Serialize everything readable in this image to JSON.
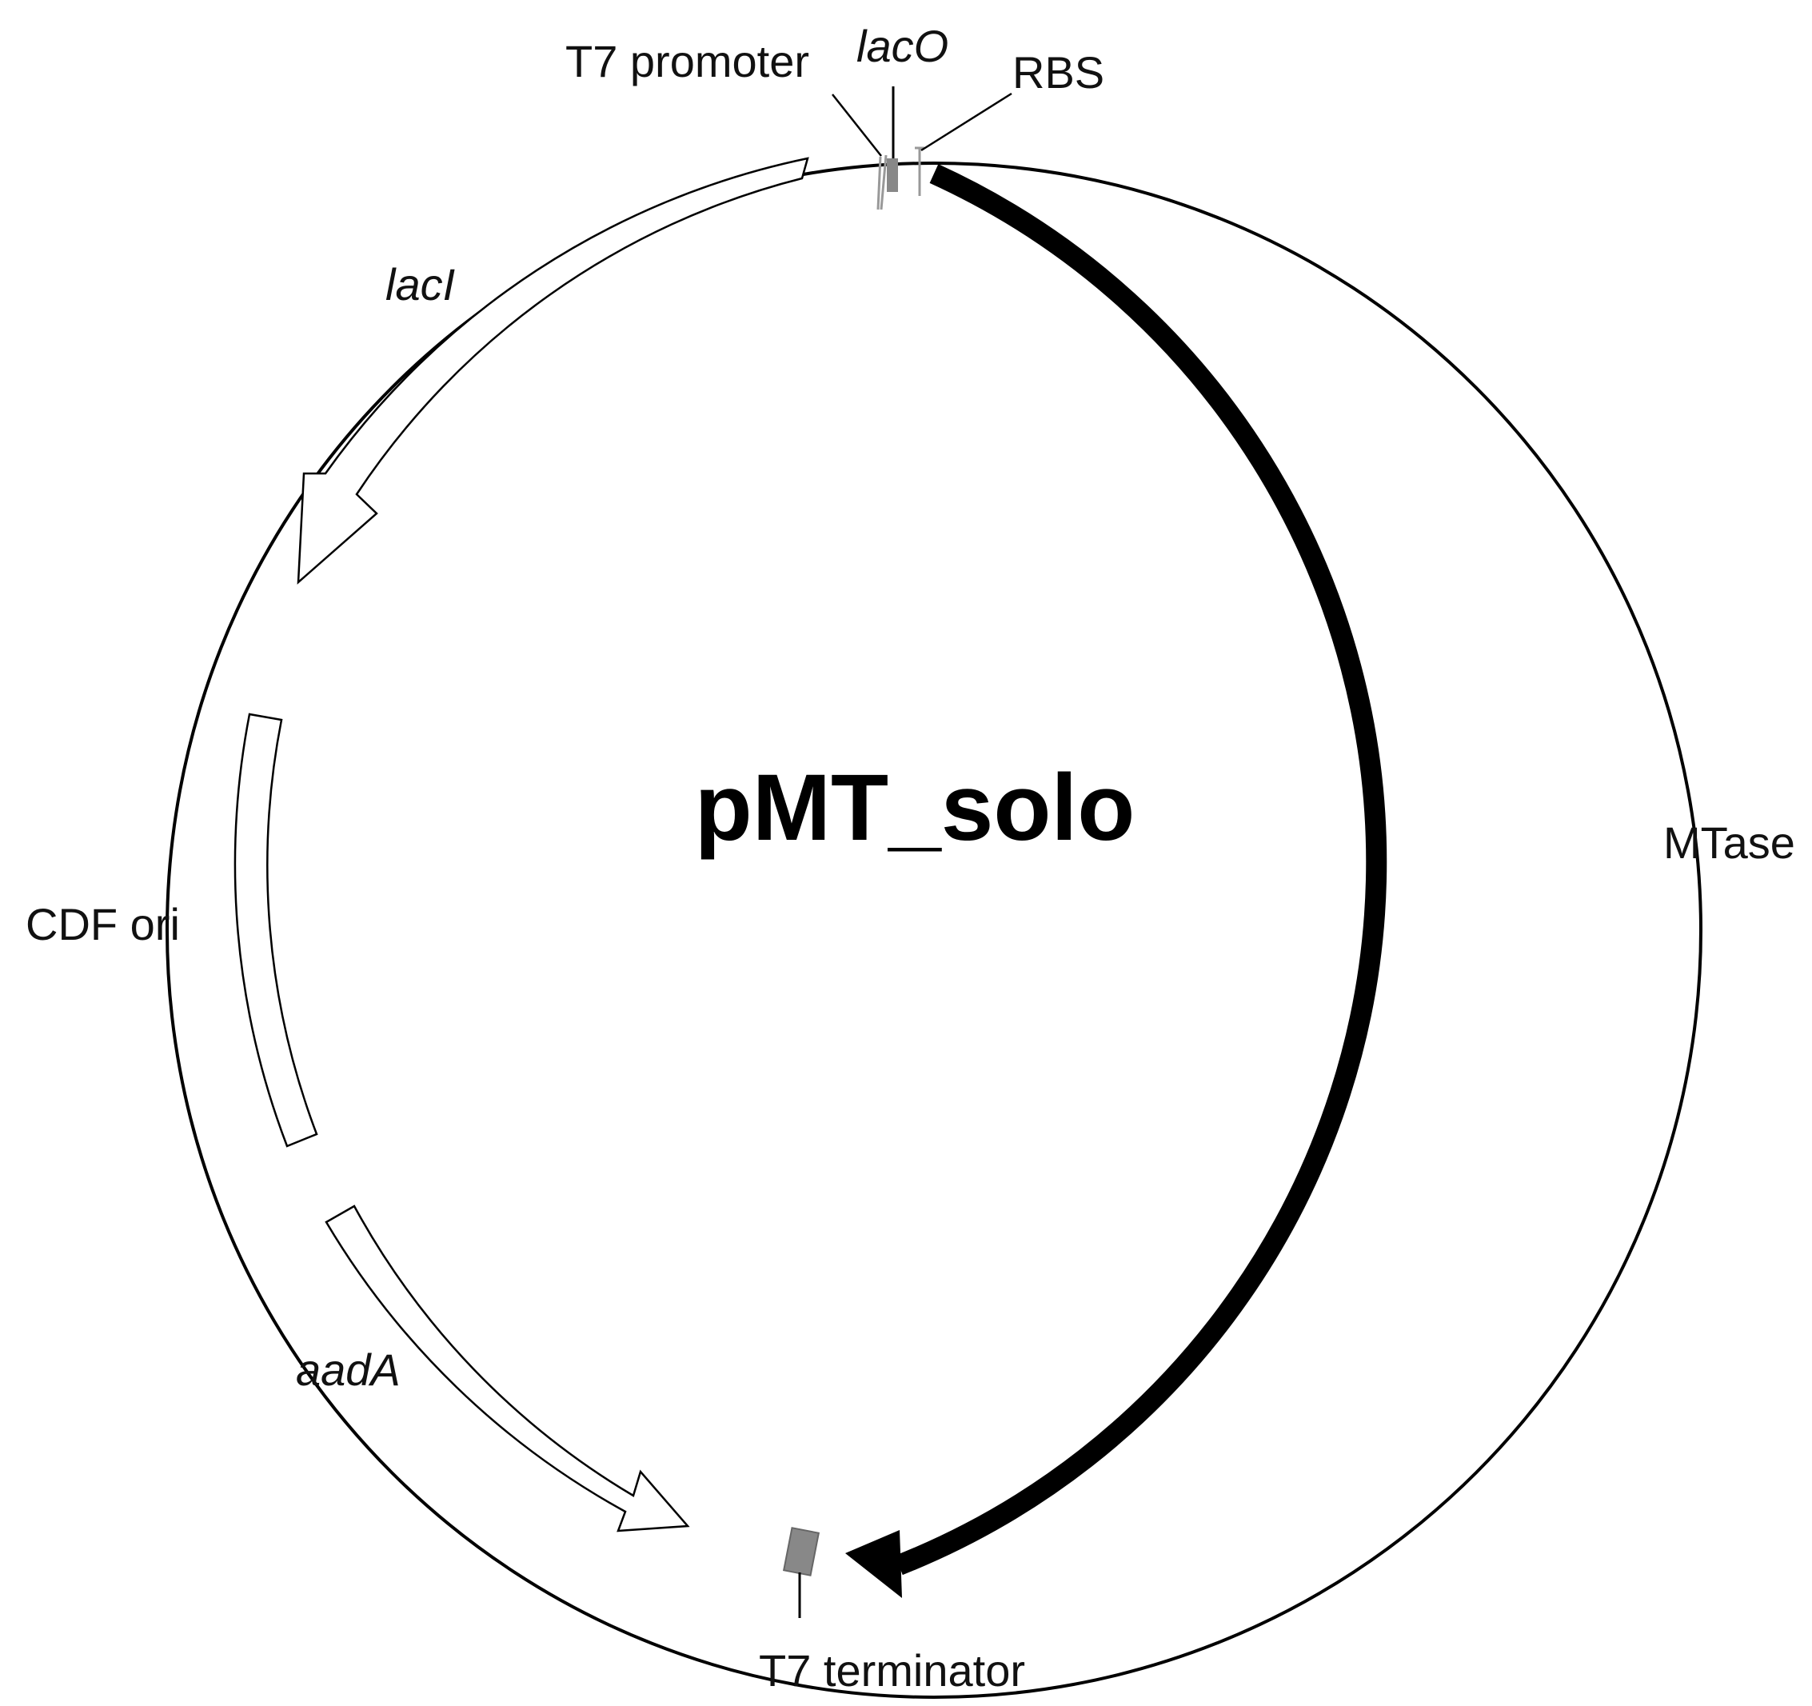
{
  "plasmid": {
    "name": "pMT_solo"
  },
  "features": {
    "t7_promoter": "T7 promoter",
    "lac_o": "lacO",
    "rbs": "RBS",
    "lac_i": "lacI",
    "mtase": "MTase",
    "cdf_ori": "CDF ori",
    "aad_a": "aadA",
    "t7_terminator": "T7 terminator"
  },
  "colors": {
    "backbone": "#000000",
    "mtase_fill": "#000000",
    "open_feature_fill": "#ffffff",
    "small_element_fill": "#888888"
  }
}
